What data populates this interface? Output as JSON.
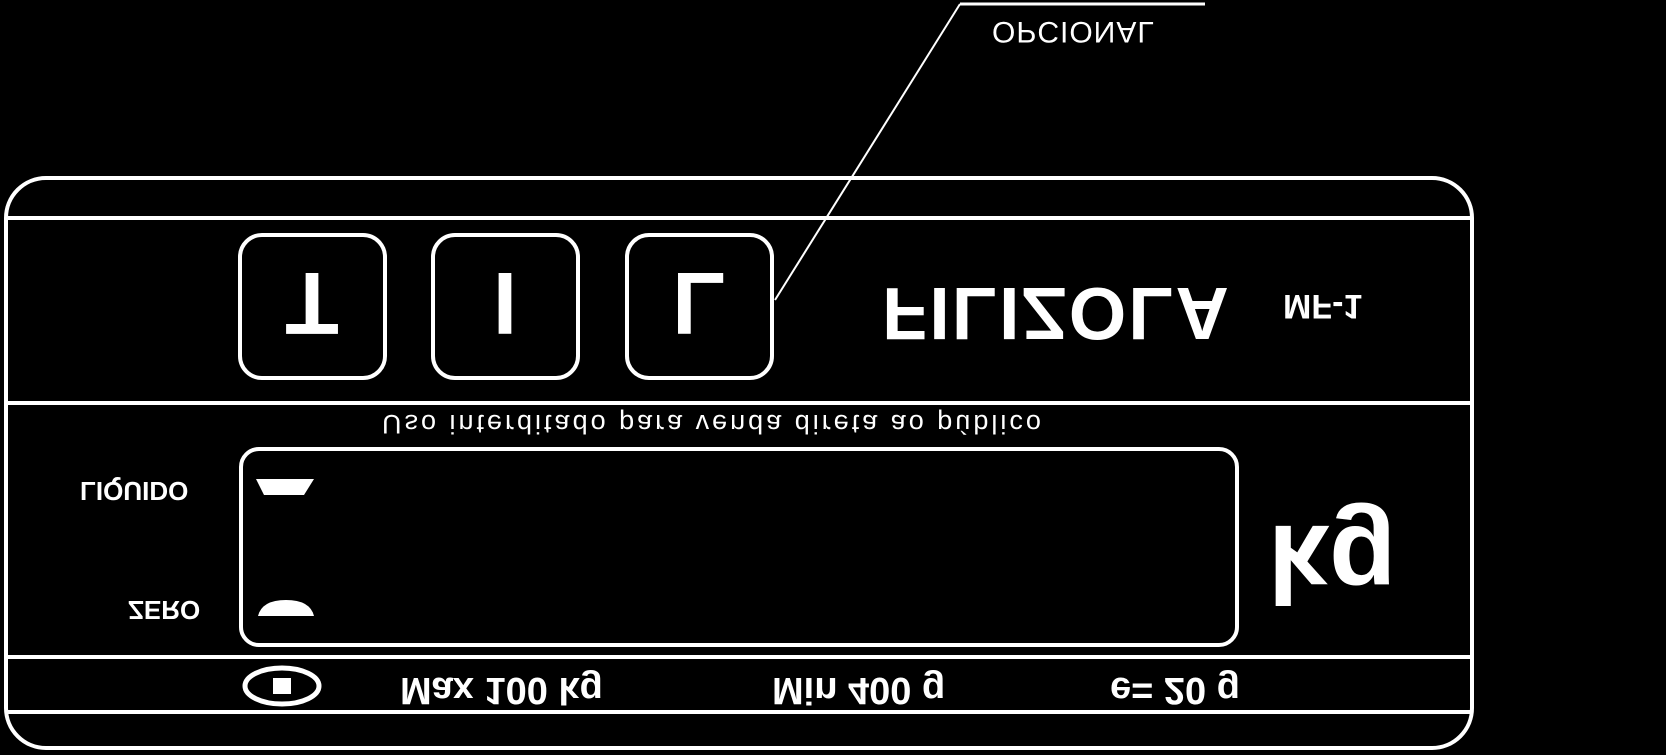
{
  "callout": {
    "label": "OPCIONAL"
  },
  "keys": [
    {
      "label": "T"
    },
    {
      "label": "I"
    },
    {
      "label": "L"
    }
  ],
  "brand": {
    "name": "FILIZOLA",
    "model": "MF-1"
  },
  "notice": "Uso interditado para venda direta ao público",
  "indicators": {
    "liquido": "LIQUIDO",
    "zero": "ZERO"
  },
  "unit": "kg",
  "specs": {
    "max": "Max 100 kg",
    "min": "Min 400 g",
    "e": "e= 20 g"
  },
  "colors": {
    "background": "#000000",
    "lines": "#ffffff"
  }
}
